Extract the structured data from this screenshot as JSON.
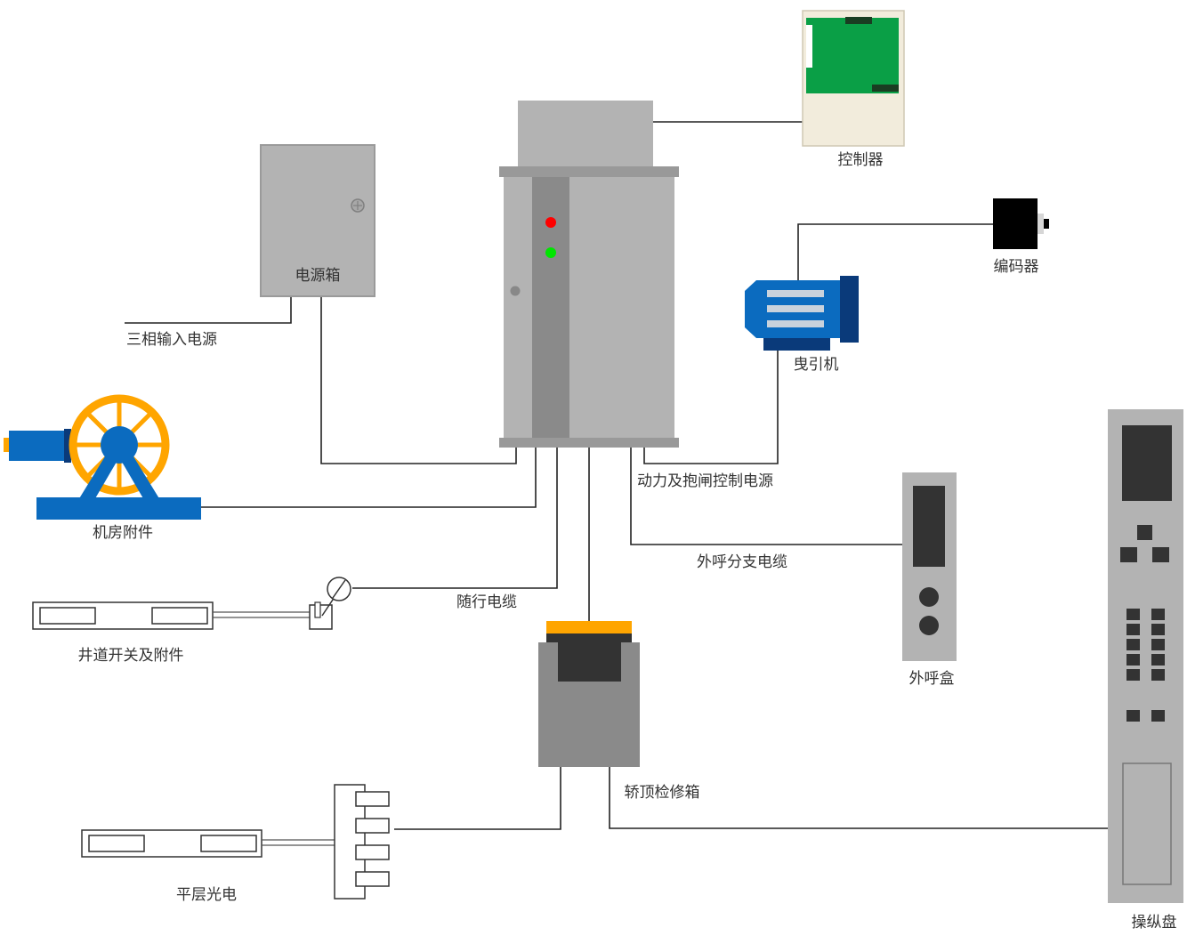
{
  "labels": {
    "controller": "控制器",
    "power_box": "电源箱",
    "encoder": "编码器",
    "three_phase": "三相输入电源",
    "traction_machine": "曳引机",
    "machine_room": "机房附件",
    "power_brake": "动力及抱闸控制电源",
    "hall_branch": "外呼分支电缆",
    "travel_cable": "随行电缆",
    "hoistway_switch": "井道开关及附件",
    "hall_call_box": "外呼盒",
    "car_top_box": "轿顶检修箱",
    "leveling": "平层光电",
    "car_panel": "操纵盘"
  },
  "colors": {
    "cabinet_gray": "#b3b3b3",
    "cabinet_dark": "#8a8a8a",
    "motor_blue": "#0b6bbf",
    "motor_navy": "#0a3a7a",
    "wheel_orange": "#ffa500",
    "pcb_green": "#0a9f46",
    "panel_cream": "#f2ecdc",
    "led_red": "#ff0000",
    "led_green": "#00e600",
    "dark": "#333333",
    "wire": "#222222"
  }
}
